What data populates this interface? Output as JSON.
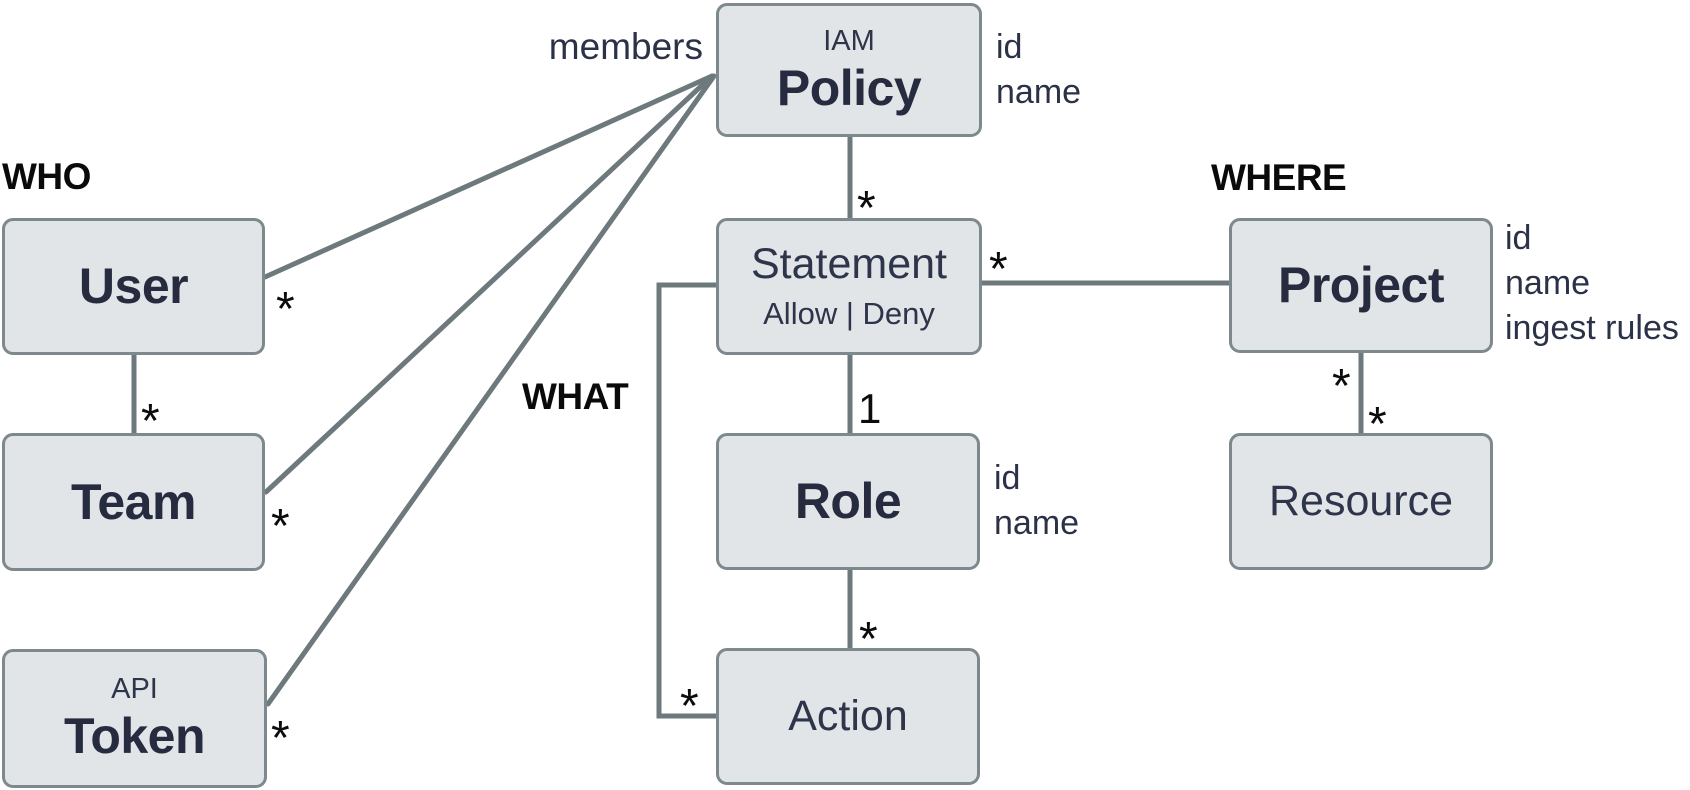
{
  "theme": {
    "background": "#ffffff",
    "box_fill": "#e2e5e7",
    "box_border": "#7e898d",
    "edge_color": "#6d797c",
    "text_navy": "#2b3147",
    "text_black": "#0a0a0a"
  },
  "sections": {
    "who": "WHO",
    "what": "WHAT",
    "where": "WHERE"
  },
  "entities": {
    "policy": {
      "kicker": "IAM",
      "name": "Policy",
      "attributes": [
        "id",
        "name"
      ]
    },
    "user": {
      "name": "User"
    },
    "team": {
      "name": "Team"
    },
    "token": {
      "kicker": "API",
      "name": "Token"
    },
    "statement": {
      "name": "Statement",
      "subtitle": "Allow | Deny"
    },
    "role": {
      "name": "Role",
      "attributes": [
        "id",
        "name"
      ]
    },
    "action": {
      "name": "Action"
    },
    "project": {
      "name": "Project",
      "attributes": [
        "id",
        "name",
        "ingest rules"
      ]
    },
    "resource": {
      "name": "Resource"
    }
  },
  "labels": {
    "members": "members"
  },
  "multiplicities": {
    "policy_user": "*",
    "policy_team": "*",
    "policy_token": "*",
    "user_team": "*",
    "policy_statement": "*",
    "statement_role": "1",
    "role_action": "*",
    "statement_action": "*",
    "statement_project": "*",
    "project_resource_parent": "*",
    "project_resource_child": "*"
  }
}
